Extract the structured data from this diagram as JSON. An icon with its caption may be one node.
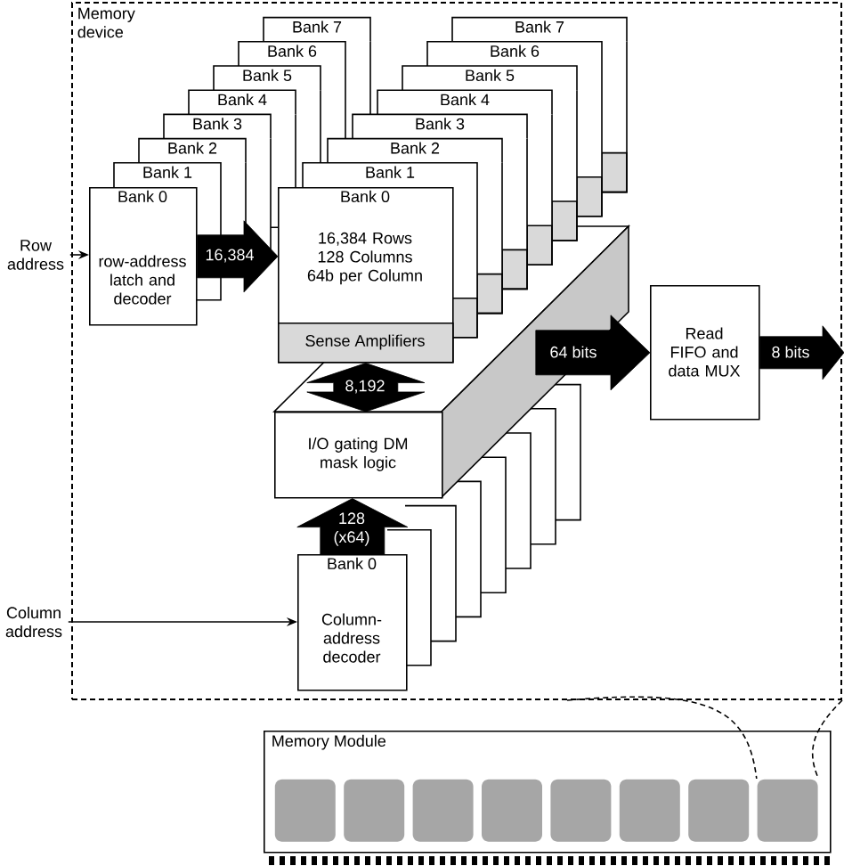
{
  "diagram": {
    "nodes": [
      {
        "text": [
          "Memory device"
        ]
      },
      {
        "text": [
          "Row address"
        ]
      },
      {
        "text": [
          "Bank 0",
          "row-address latch and decoder"
        ],
        "in": 0
      },
      {
        "text": [
          "Bank 1"
        ],
        "in": 0
      },
      {
        "text": [
          "Bank 2"
        ],
        "in": 0
      },
      {
        "text": [
          "Bank 3"
        ],
        "in": 0
      },
      {
        "text": [
          "Bank 4"
        ],
        "in": 0
      },
      {
        "text": [
          "Bank 5"
        ],
        "in": 0
      },
      {
        "text": [
          "Bank 6"
        ],
        "in": 0
      },
      {
        "text": [
          "Bank 7"
        ],
        "in": 0
      },
      {
        "text": [
          "Bank 0",
          "16,384 Rows 128 Columns 64b per Column"
        ],
        "in": 0
      },
      {
        "text": [
          "Sense Amplifiers"
        ],
        "in": 10
      },
      {
        "text": [
          "Bank 1"
        ],
        "in": 0
      },
      {
        "text": [
          "Bank 2"
        ],
        "in": 0
      },
      {
        "text": [
          "Bank 3"
        ],
        "in": 0
      },
      {
        "text": [
          "Bank 4"
        ],
        "in": 0
      },
      {
        "text": [
          "Bank 5"
        ],
        "in": 0
      },
      {
        "text": [
          "Bank 6"
        ],
        "in": 0
      },
      {
        "text": [
          "Bank 7"
        ],
        "in": 0
      },
      {
        "text": [
          "I/O gating DM mask logic"
        ],
        "in": 0
      },
      {
        "text": [],
        "shape": "box",
        "in": 0
      },
      {
        "text": [
          "Read FIFO and data MUX"
        ],
        "in": 0
      },
      {
        "text": [
          "Column address"
        ]
      },
      {
        "text": [
          "Bank 0",
          "Column-address decoder"
        ],
        "in": 0
      },
      {
        "text": [],
        "shape": "box",
        "in": 0
      },
      {
        "text": [],
        "shape": "box",
        "in": 0
      },
      {
        "text": [],
        "shape": "box",
        "in": 0
      },
      {
        "text": [],
        "shape": "box",
        "in": 0
      },
      {
        "text": [],
        "shape": "box",
        "in": 0
      },
      {
        "text": [],
        "shape": "box",
        "in": 0
      },
      {
        "text": [],
        "shape": "box",
        "in": 0
      },
      {
        "text": [
          "Memory Module"
        ]
      },
      {
        "text": [],
        "shape": "box",
        "in": 31
      },
      {
        "text": [],
        "shape": "box",
        "in": 31
      },
      {
        "text": [],
        "shape": "box",
        "in": 31
      },
      {
        "text": [],
        "shape": "box",
        "in": 31
      },
      {
        "text": [],
        "shape": "box",
        "in": 31
      },
      {
        "text": [],
        "shape": "box",
        "in": 31
      },
      {
        "text": [],
        "shape": "box",
        "in": 31
      },
      {
        "text": [],
        "shape": "box",
        "in": 31
      }
    ],
    "edges": [
      {
        "from": 1,
        "to": 2,
        "arrow": "to"
      },
      {
        "from": 2,
        "to": 10,
        "arrow": "to",
        "label": "16,384",
        "style": "thick"
      },
      {
        "from": 11,
        "to": 19,
        "arrow": "both",
        "label": "8,192",
        "style": "thick"
      },
      {
        "from": 20,
        "to": 21,
        "arrow": "to",
        "label": "64 bits",
        "style": "thick"
      },
      {
        "from": 21,
        "to": null,
        "arrow": "to",
        "label": "8 bits",
        "style": "thick"
      },
      {
        "from": 22,
        "to": 23,
        "arrow": "to"
      },
      {
        "from": 23,
        "to": 19,
        "arrow": "to",
        "label": "128 (x64)",
        "style": "thick"
      },
      {
        "from": 0,
        "to": 39,
        "arrow": "none",
        "style": "dashed"
      },
      {
        "from": 0,
        "to": 39,
        "arrow": "none",
        "style": "dashed"
      }
    ]
  }
}
